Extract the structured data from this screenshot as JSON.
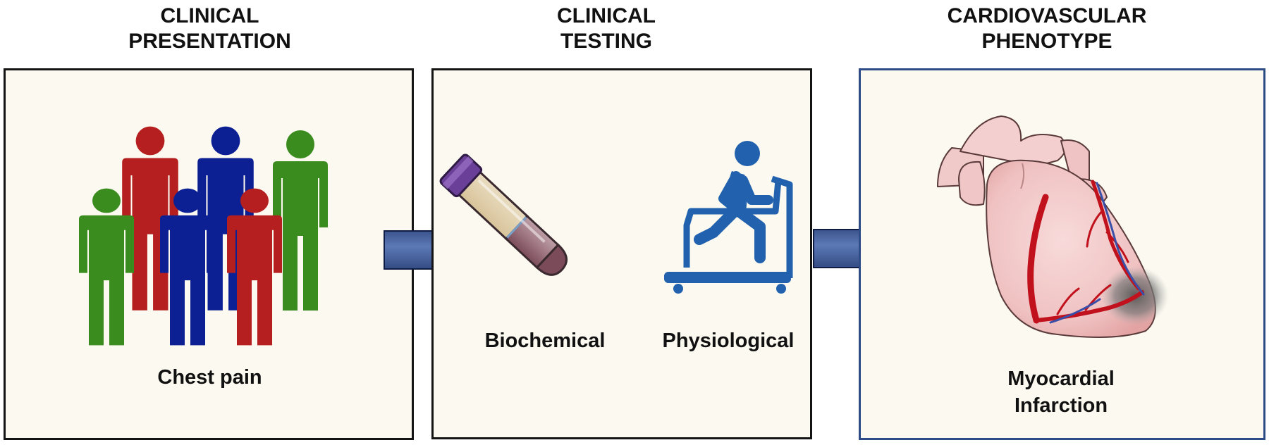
{
  "sections": [
    {
      "heading": "CLINICAL\nPRESENTATION",
      "caption": "Chest pain"
    },
    {
      "heading": "CLINICAL\nTESTING",
      "captions": [
        "Biochemical",
        "Physiological"
      ]
    },
    {
      "heading": "CARDIOVASCULAR\nPHENOTYPE",
      "caption": "Myocardial\nInfarction"
    }
  ],
  "colors": {
    "panel_bg": "#fcfaf0",
    "border_dark": "#141414",
    "border_blue": "#2d4b86",
    "person_red": "#b51f1f",
    "person_blue": "#0d2093",
    "person_green": "#3a8c1e",
    "runner_blue": "#2161ad",
    "arrow_dark": "#15285c",
    "arrow_light": "#5c79b6",
    "heart_pink": "#f2c7c7",
    "artery_red": "#c0111c",
    "vein_blue": "#3a4fa8",
    "tube_cap": "#6a3f97"
  },
  "icons": [
    "people-group-icon",
    "arrow-right-icon",
    "blood-tube-icon",
    "treadmill-runner-icon",
    "heart-icon"
  ]
}
